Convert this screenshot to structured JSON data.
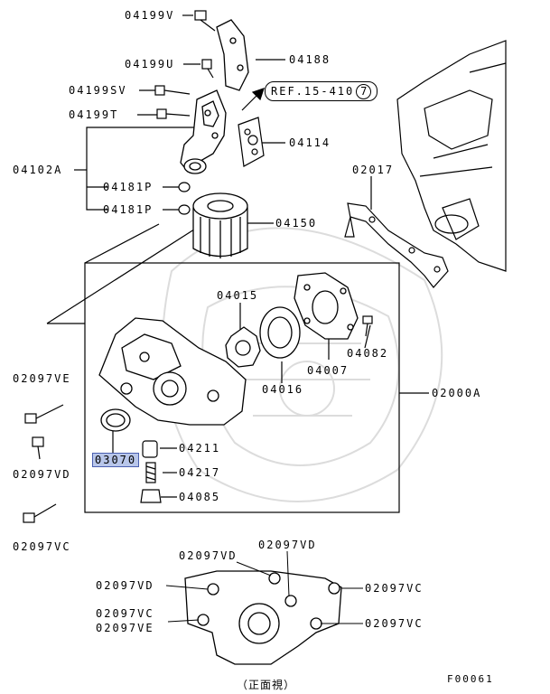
{
  "parts": {
    "p04199V": "04199V",
    "p04199U": "04199U",
    "p04188": "04188",
    "p04199SV": "04199SV",
    "p04199T": "04199T",
    "p04114": "04114",
    "p04102A": "04102A",
    "p04181P_1": "04181P",
    "p04181P_2": "04181P",
    "p04150": "04150",
    "p02017": "02017",
    "p04015": "04015",
    "p04082": "04082",
    "p04007": "04007",
    "p04016": "04016",
    "p02000A": "02000A",
    "p02097VE_1": "02097VE",
    "p02097VD_1": "02097VD",
    "p03070": "03070",
    "p04211": "04211",
    "p04217": "04217",
    "p04085": "04085",
    "p02097VC_1": "02097VC",
    "p02097VD_2": "02097VD",
    "p02097VD_3": "02097VD",
    "p02097VD_4": "02097VD",
    "p02097VC_2": "02097VC",
    "p02097VC_3": "02097VC",
    "p02097VE_2": "02097VE",
    "p02097VC_4": "02097VC"
  },
  "reference": {
    "text": "REF.15-410",
    "circle": "7"
  },
  "view_caption": "（正面視）",
  "figure_code": "F00061",
  "colors": {
    "line": "#000000",
    "highlight": "#b8c6ea",
    "watermark": "#d9d9d9"
  }
}
